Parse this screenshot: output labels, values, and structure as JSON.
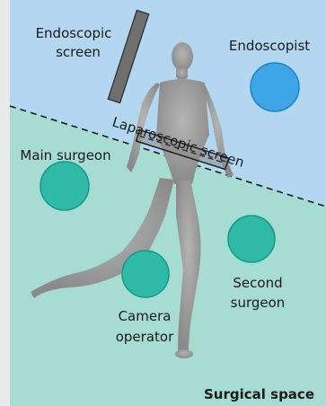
{
  "labels": {
    "endoscopic_screen_line1": "Endoscopic",
    "endoscopic_screen_line2": "screen",
    "endoscopist": "Endoscopist",
    "laparoscopic_screen": "Laparoscopic screen",
    "main_surgeon": "Main surgeon",
    "second_surgeon_line1": "Second",
    "second_surgeon_line2": "surgeon",
    "camera_operator_line1": "Camera",
    "camera_operator_line2": "operator",
    "surgical_space": "Surgical space"
  },
  "colors": {
    "upper_zone": "#b3d7f0",
    "lower_zone": "#a6dcd2",
    "left_strip": "#e9e9e9",
    "surgeon_circle": "#2ebaa6",
    "endoscopist_circle": "#3ea6e6",
    "screen": "#6f6f6f",
    "figure": "#9c9c9c"
  }
}
